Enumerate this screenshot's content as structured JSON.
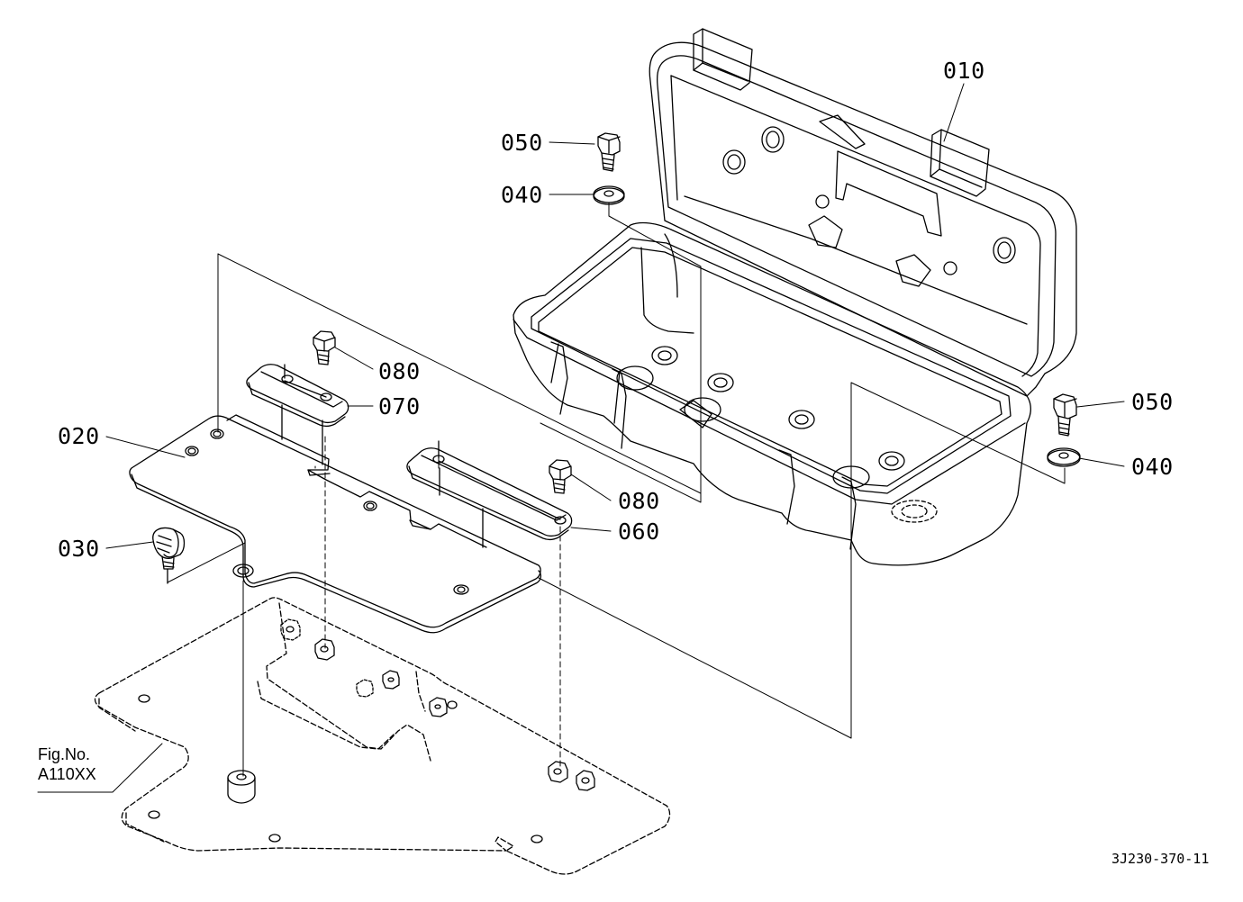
{
  "callouts": {
    "p010": "010",
    "p020": "020",
    "p030": "030",
    "p040_top": "040",
    "p040_right": "040",
    "p050_top": "050",
    "p050_right": "050",
    "p060": "060",
    "p070": "070",
    "p080_upper": "080",
    "p080_lower": "080"
  },
  "reference": {
    "fig_label": "Fig.No.",
    "fig_number": "A110XX"
  },
  "drawing_code": "3J230-370-11",
  "colors": {
    "line": "#000000",
    "background": "#ffffff"
  }
}
